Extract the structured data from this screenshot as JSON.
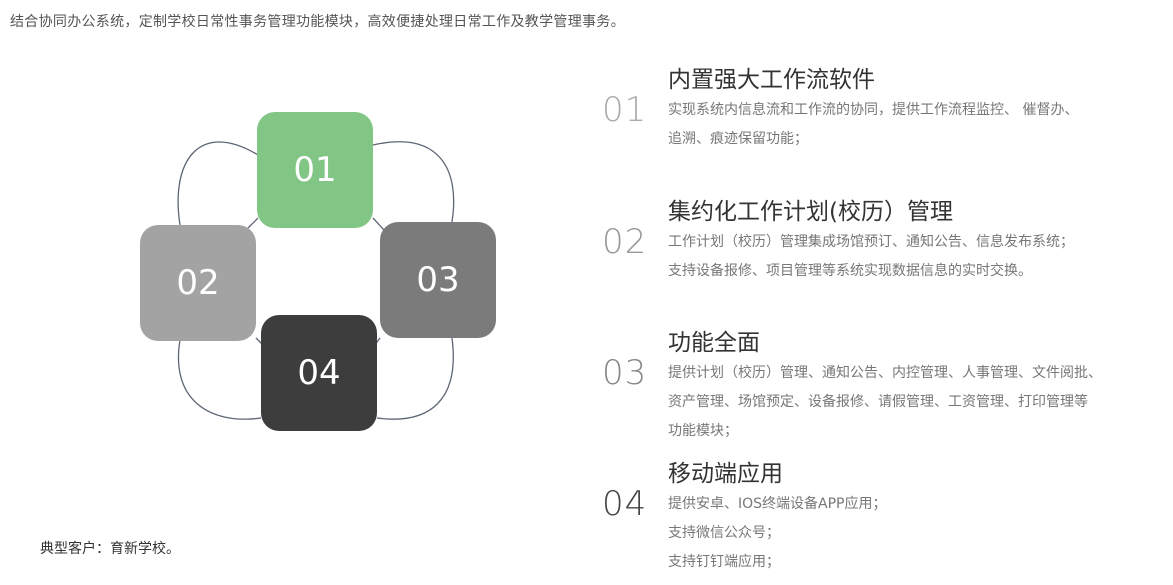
{
  "intro": "结合协同办公系统，定制学校日常性事务管理功能模块，高效便捷处理日常工作及教学管理事务。",
  "diagram": {
    "tiles": [
      {
        "label": "01",
        "color": "#82c686"
      },
      {
        "label": "02",
        "color": "#a3a3a3"
      },
      {
        "label": "03",
        "color": "#7b7b7b"
      },
      {
        "label": "04",
        "color": "#3d3d3d"
      }
    ],
    "curve_color": "#5d6675"
  },
  "features": [
    {
      "num": "01",
      "title": "内置强大工作流软件",
      "desc": [
        "实现系统内信息流和工作流的协同，提供工作流程监控、 催督办、",
        "追溯、痕迹保留功能；"
      ]
    },
    {
      "num": "02",
      "title": "集约化工作计划(校历）管理",
      "desc": [
        "工作计划（校历）管理集成场馆预订、通知公告、信息发布系统；",
        "支持设备报修、项目管理等系统实现数据信息的实时交换。"
      ]
    },
    {
      "num": "03",
      "title": "功能全面",
      "desc": [
        "提供计划（校历）管理、通知公告、内控管理、人事管理、文件阅批、",
        "资产管理、场馆预定、设备报修、请假管理、工资管理、打印管理等",
        "功能模块；"
      ]
    },
    {
      "num": "04",
      "title": "移动端应用",
      "desc": [
        "提供安卓、IOS终端设备APP应用；",
        "支持微信公众号；",
        "支持钉钉端应用；"
      ]
    }
  ],
  "customer": "典型客户：育新学校。"
}
